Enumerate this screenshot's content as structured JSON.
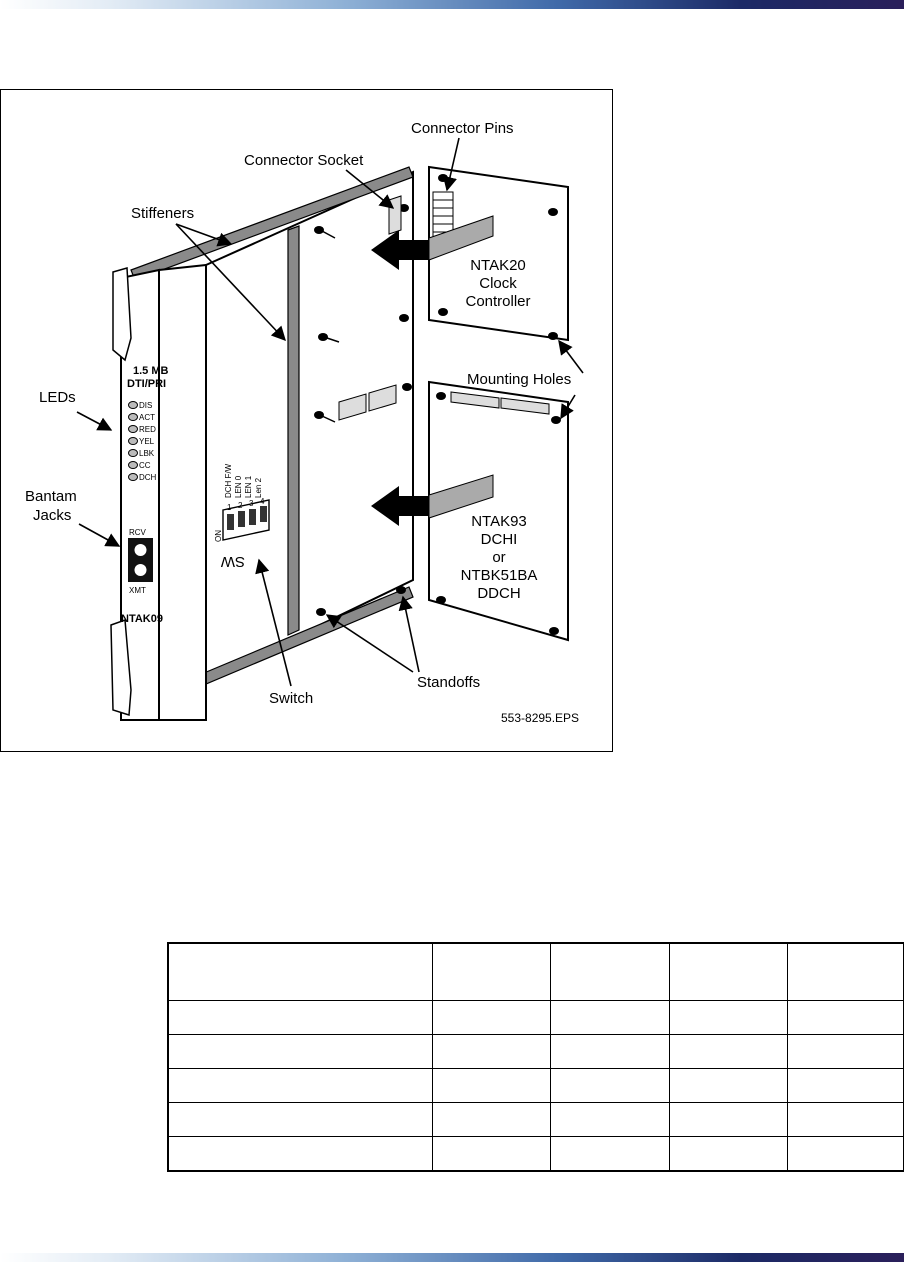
{
  "figure": {
    "labels": {
      "connector_pins": "Connector Pins",
      "connector_socket": "Connector Socket",
      "stiffeners": "Stiffeners",
      "leds": "LEDs",
      "bantam": "Bantam",
      "jacks": "Jacks",
      "mounting_holes": "Mounting Holes",
      "switch": "Switch",
      "standoffs": "Standoffs",
      "file_ref": "553-8295.EPS"
    },
    "ntak20": {
      "line1": "NTAK20",
      "line2": "Clock",
      "line3": "Controller"
    },
    "ntak93": {
      "line1": "NTAK93",
      "line2": "DCHI",
      "line3": "or",
      "line4": "NTBK51BA",
      "line5": "DDCH"
    },
    "faceplate": {
      "title1": "1.5 MB",
      "title2": "DTI/PRI",
      "leds": [
        "DIS",
        "ACT",
        "RED",
        "YEL",
        "LBK",
        "CC",
        "DCH"
      ],
      "rcv": "RCV",
      "xmt": "XMT",
      "name": "NTAK09"
    },
    "switch": {
      "sw": "SW",
      "on": "ON",
      "numbers": [
        "1",
        "2",
        "3",
        "4"
      ],
      "positions": [
        "DCH F/W",
        "LEN 0",
        "LEN 1",
        "Len 2"
      ]
    }
  },
  "table": {
    "header": [
      "",
      "",
      "",
      "",
      ""
    ],
    "rows": [
      [
        "",
        "",
        "",
        "",
        ""
      ],
      [
        "",
        "",
        "",
        "",
        ""
      ],
      [
        "",
        "",
        "",
        "",
        ""
      ],
      [
        "",
        "",
        "",
        "",
        ""
      ],
      [
        "",
        "",
        "",
        "",
        ""
      ]
    ]
  }
}
